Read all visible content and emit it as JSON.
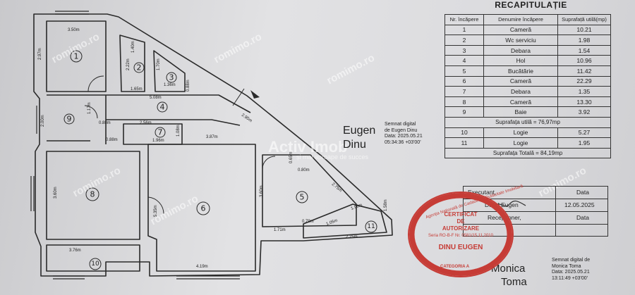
{
  "recap": {
    "title": "RECAPITULAȚIE",
    "headers": [
      "Nr. încăpere",
      "Denumire încăpere",
      "Suprafață utilă(mp)"
    ],
    "rows": [
      [
        "1",
        "Cameră",
        "10.21"
      ],
      [
        "2",
        "Wc serviciu",
        "1.98"
      ],
      [
        "3",
        "Debara",
        "1.54"
      ],
      [
        "4",
        "Hol",
        "10.96"
      ],
      [
        "5",
        "Bucătărie",
        "11.42"
      ],
      [
        "6",
        "Cameră",
        "22.29"
      ],
      [
        "7",
        "Debara",
        "1.35"
      ],
      [
        "8",
        "Cameră",
        "13.30"
      ],
      [
        "9",
        "Baie",
        "3.92"
      ]
    ],
    "util_total": "Suprafața utilă = 76,97mp",
    "logia_rows": [
      [
        "10",
        "Logie",
        "5.27"
      ],
      [
        "11",
        "Logie",
        "1.95"
      ]
    ],
    "grand_total": "Suprafața Totală = 84,19mp"
  },
  "executant": {
    "label": "Executant,",
    "date_label": "Data",
    "name": "DINU Eugen",
    "date": "12.05.2025",
    "receptioner_label": "Recepționer,",
    "date_label_2": "Data"
  },
  "signatures": {
    "eugen": {
      "name_line1": "Eugen",
      "name_line2": "Dinu",
      "meta": [
        "Semnat digital",
        "de Eugen Dinu",
        "Data: 2025.05.21",
        "05:34:36 +03'00'"
      ]
    },
    "monica": {
      "name_line1": "Monica",
      "name_line2": "Toma",
      "meta": [
        "Semnat digital de",
        "Monica Toma",
        "Data: 2025.05.21",
        "13:11:49 +03'00'"
      ]
    }
  },
  "stamp": {
    "rim_text": "Agenția Națională de Cadastru și Publicitate Imobiliară",
    "line1": "CERTIFICAT",
    "line2": "DE",
    "line3": "AUTORIZARE",
    "line4": "Seria RO-B-F Nr. 0581/15.11.2010",
    "line5": "DINU EUGEN",
    "bottom": "CATEGORIA A",
    "color": "#c63c36"
  },
  "watermark": {
    "brand": "romimo.ro",
    "center": "Activ Imob",
    "center_sub": "și mai aproape de succes"
  },
  "plan": {
    "rooms": [
      {
        "id": "room-1",
        "num": "1"
      },
      {
        "id": "room-2",
        "num": "2"
      },
      {
        "id": "room-3",
        "num": "3"
      },
      {
        "id": "room-4",
        "num": "4"
      },
      {
        "id": "room-5",
        "num": "5"
      },
      {
        "id": "room-6",
        "num": "6"
      },
      {
        "id": "room-7",
        "num": "7"
      },
      {
        "id": "room-8",
        "num": "8"
      },
      {
        "id": "room-9",
        "num": "9"
      },
      {
        "id": "room-10",
        "num": "10"
      },
      {
        "id": "room-11",
        "num": "11"
      }
    ],
    "dimensions": {
      "d1": "3.50m",
      "d2": "2.97m",
      "d3": "1.40m",
      "d4": "2.22m",
      "d5": "1.70m",
      "d6": "1.65m",
      "d7": "1.36m",
      "d8": "5.08m",
      "d9": "0.88m",
      "d10": "1.17m",
      "d11": "2.00m",
      "d12": "0.88m",
      "d13": "2.56m",
      "d14": "0.88m",
      "d15": "1.96m",
      "d16": "1.08m",
      "d17": "3.87m",
      "d18": "2.95m",
      "d19": "3.60m",
      "d20": "5.35m",
      "d21": "3.60m",
      "d22": "3.76m",
      "d23": "4.19m",
      "d24": "1.71m",
      "d25": "0.79m",
      "d26": "0.80m",
      "d27": "0.65m",
      "d28": "2.25m",
      "d29": "2.75m",
      "d30": "1.58m",
      "d31": "1.98m",
      "d32": "1.05m"
    }
  }
}
